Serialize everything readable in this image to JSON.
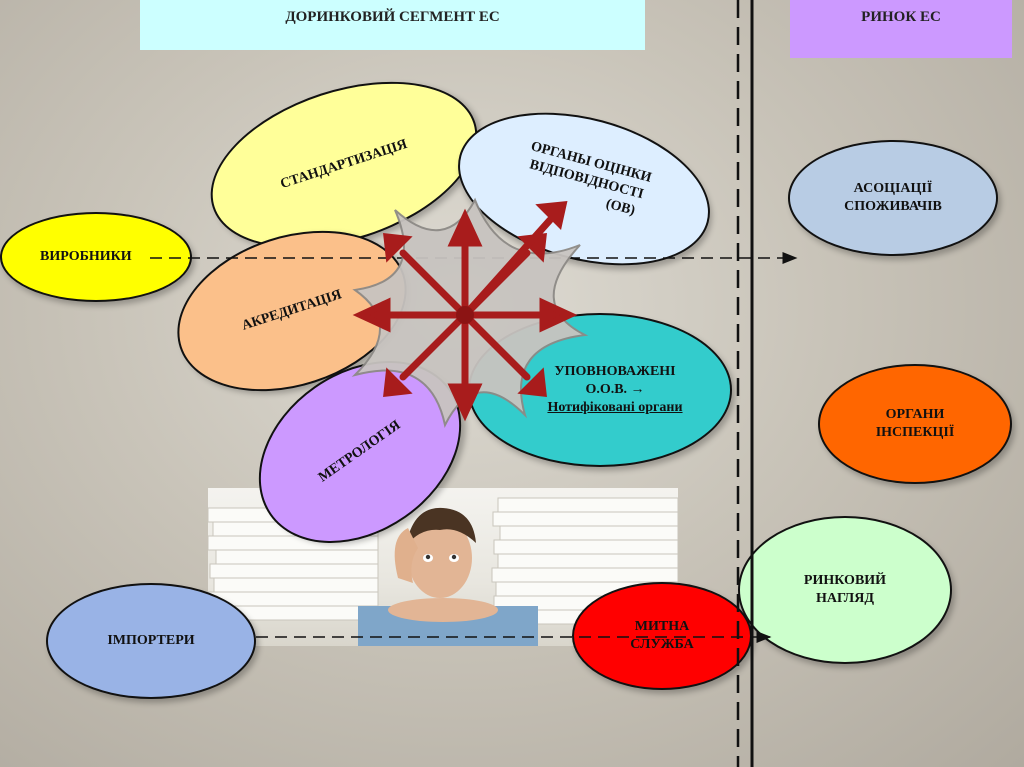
{
  "banners": {
    "pre_market": "ДОРИНКОВИЙ СЕГМЕНТ ЕС",
    "market": "РИНОК ЕС"
  },
  "nodes": {
    "standardization": "СТАНДАРТИЗАЦІЯ",
    "conformity_bodies": "ОРГАНЫ ОЦІНКИ ВІДПОВІДНОСТІ",
    "conformity_bodies_tail": "(ОВ)",
    "producers": "ВИРОБНИКИ",
    "accreditation": "АКРЕДИТАЦІЯ",
    "authorized_line1": "УПОВНОВАЖЕНІ",
    "authorized_line2": "О.О.В. →",
    "authorized_line3": "Нотифіковані органи",
    "metrology": "МЕТРОЛОГІЯ",
    "importers": "ІМПОРТЕРИ",
    "customs": "МИТНА СЛУЖБА",
    "consumer_assoc": "АСОЦІАЦІЇ СПОЖИВАЧІВ",
    "inspection": "ОРГАНИ ІНСПЕКЦІЇ",
    "market_surveillance": "РИНКОВИЙ НАГЛЯД"
  },
  "colors": {
    "pre_market_banner": "#ccffff",
    "market_banner": "#cc99ff",
    "standardization": "#ffff99",
    "conformity_bodies": "#ddeeff",
    "producers": "#ffff00",
    "accreditation": "#fbc08a",
    "authorized": "#33cccc",
    "metrology": "#cc99ff",
    "importers": "#99b3e6",
    "customs": "#ff0000",
    "consumer_assoc": "#b8cce4",
    "inspection": "#ff6600",
    "market_surveillance": "#ccffcc",
    "arrows": "#a81c1c"
  },
  "icons": {
    "arrows_burst": "radial-arrows-icon",
    "photo": "paperwork-photo"
  }
}
